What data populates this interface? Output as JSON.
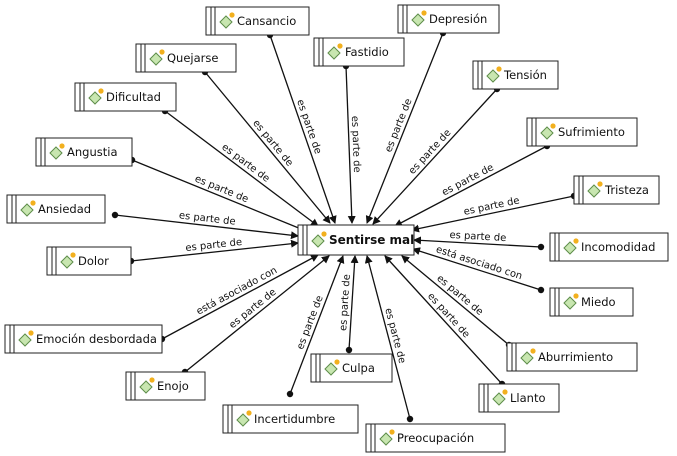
{
  "center": {
    "id": "sentirse_mal",
    "label": "Sentirse mal"
  },
  "colors": {
    "diamond_fill": "#c8e6b0",
    "diamond_stroke": "#5e8d4a",
    "badge": "#f2b01e",
    "line": "#111111"
  },
  "icons": {
    "node": "concept-diamond-icon",
    "badge": "yellow-dot-badge"
  },
  "nodes": [
    {
      "id": "cansancio",
      "label": "Cansancio",
      "relation": "es parte de"
    },
    {
      "id": "depresion",
      "label": "Depresión",
      "relation": "es parte de"
    },
    {
      "id": "quejarse",
      "label": "Quejarse",
      "relation": "es parte de"
    },
    {
      "id": "fastidio",
      "label": "Fastidio",
      "relation": "es parte de"
    },
    {
      "id": "tension",
      "label": "Tensión",
      "relation": "es parte de"
    },
    {
      "id": "dificultad",
      "label": "Dificultad",
      "relation": "es parte de"
    },
    {
      "id": "sufrimiento",
      "label": "Sufrimiento",
      "relation": "es parte de"
    },
    {
      "id": "angustia",
      "label": "Angustia",
      "relation": "es parte de"
    },
    {
      "id": "tristeza",
      "label": "Tristeza",
      "relation": "es parte de"
    },
    {
      "id": "ansiedad",
      "label": "Ansiedad",
      "relation": "es parte de"
    },
    {
      "id": "incomodidad",
      "label": "Incomodidad",
      "relation": "es parte de"
    },
    {
      "id": "dolor",
      "label": "Dolor",
      "relation": "es parte de"
    },
    {
      "id": "miedo",
      "label": "Miedo",
      "relation": "está asociado con"
    },
    {
      "id": "emocion",
      "label": "Emoción desbordada",
      "relation": "está asociado con"
    },
    {
      "id": "aburrimiento",
      "label": "Aburrimiento",
      "relation": "es parte de"
    },
    {
      "id": "enojo",
      "label": "Enojo",
      "relation": "es parte de"
    },
    {
      "id": "llanto",
      "label": "Llanto",
      "relation": "es parte de"
    },
    {
      "id": "culpa",
      "label": "Culpa",
      "relation": "es parte de"
    },
    {
      "id": "incertidumbre",
      "label": "Incertidumbre",
      "relation": "es parte de"
    },
    {
      "id": "preocupacion",
      "label": "Preocupación",
      "relation": "es parte de"
    }
  ]
}
